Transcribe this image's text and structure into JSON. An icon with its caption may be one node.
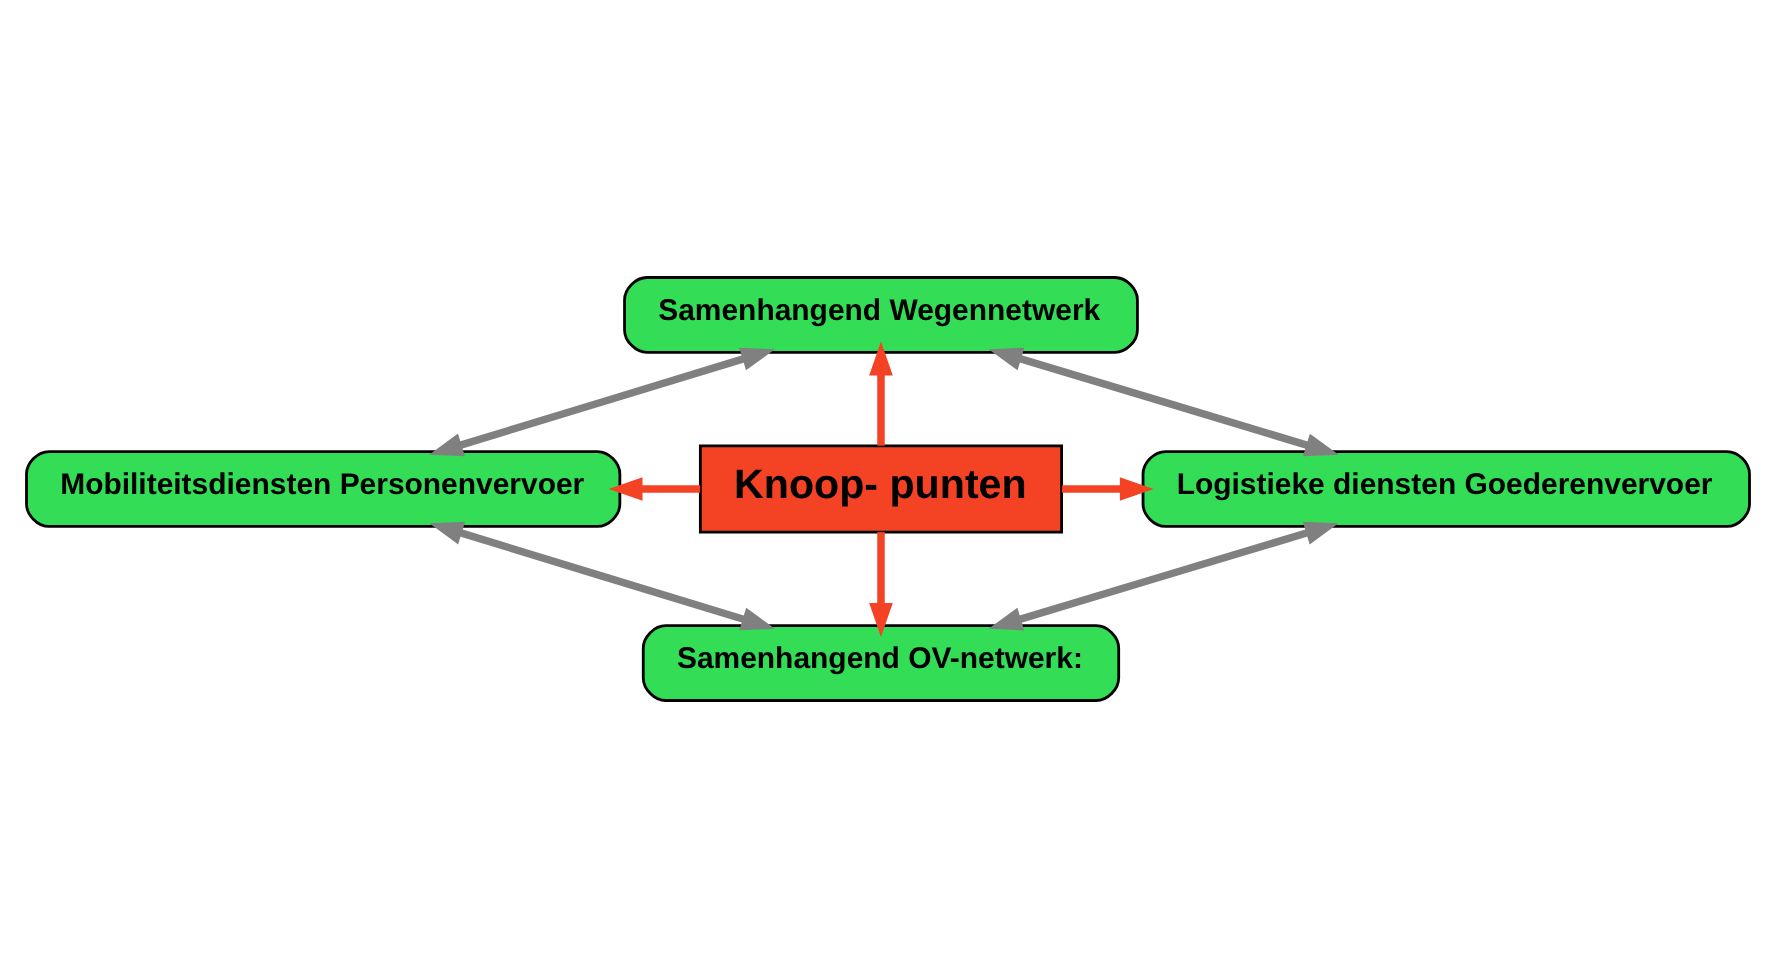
{
  "diagram": {
    "nodes": [
      {
        "text": [
          "Samenhangend Wegennetwerk"
        ]
      },
      {
        "text": [
          "Mobiliteitsdiensten Personenvervoer"
        ]
      },
      {
        "text": [
          "Knoop- punten"
        ]
      },
      {
        "text": [
          "Logistieke diensten Goederenvervoer"
        ]
      },
      {
        "text": [
          "Samenhangend OV-netwerk:"
        ]
      }
    ],
    "edges": [
      {
        "from": 2,
        "to": 0,
        "arrow": "to",
        "color": "#f44225"
      },
      {
        "from": 2,
        "to": 1,
        "arrow": "to",
        "color": "#f44225"
      },
      {
        "from": 2,
        "to": 3,
        "arrow": "to",
        "color": "#f44225"
      },
      {
        "from": 2,
        "to": 4,
        "arrow": "to",
        "color": "#f44225"
      },
      {
        "from": 1,
        "to": 0,
        "arrow": "both",
        "color": "#808080"
      },
      {
        "from": 0,
        "to": 3,
        "arrow": "both",
        "color": "#808080"
      },
      {
        "from": 1,
        "to": 4,
        "arrow": "both",
        "color": "#808080"
      },
      {
        "from": 4,
        "to": 3,
        "arrow": "both",
        "color": "#808080"
      }
    ]
  }
}
